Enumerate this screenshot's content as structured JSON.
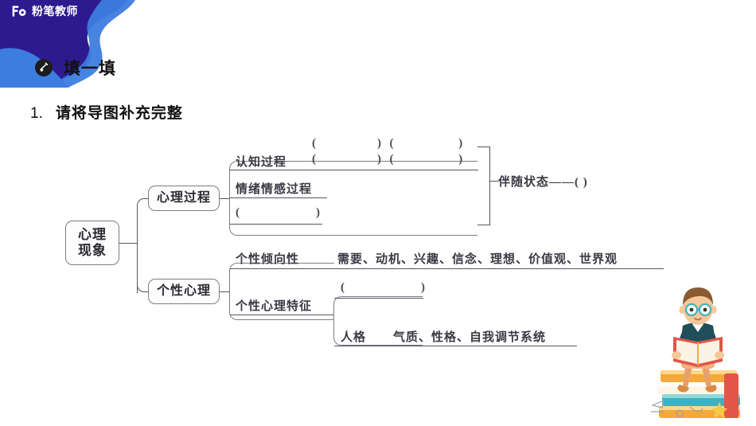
{
  "brand": {
    "logo_icon": "fb-logo-icon",
    "name": "粉笔教师"
  },
  "section": {
    "badge_icon": "shovel-icon",
    "title": "填一填"
  },
  "question": {
    "number": "1.",
    "text": "请将导图补充完整"
  },
  "mindmap": {
    "root": "心理\n现象",
    "root_line1": "心理",
    "root_line2": "现象",
    "branches": [
      {
        "label": "心理过程",
        "children": [
          {
            "label": "认知过程",
            "blanks_row1": "(                )  (                 )",
            "blanks_row2": "(                )  (                 )"
          },
          {
            "label": "情绪情感过程"
          },
          {
            "label": "(                    )"
          }
        ],
        "side_note": "伴随状态——(                        )"
      },
      {
        "label": "个性心理",
        "children": [
          {
            "label": "个性倾向性",
            "detail": "需要、动机、兴趣、信念、理想、价值观、世界观"
          },
          {
            "label": "个性心理特征",
            "sub_blank": "(                    )",
            "sub_label": "人格",
            "sub_detail": "气质、性格、自我调节系统"
          }
        ]
      }
    ]
  },
  "illustration": {
    "name": "boy-reading-on-books"
  },
  "colors": {
    "header_dark": "#2e1a8f",
    "header_blue": "#3d7de0",
    "line": "#55555f",
    "node_border": "#7c7c86",
    "text": "#2b2b33"
  }
}
